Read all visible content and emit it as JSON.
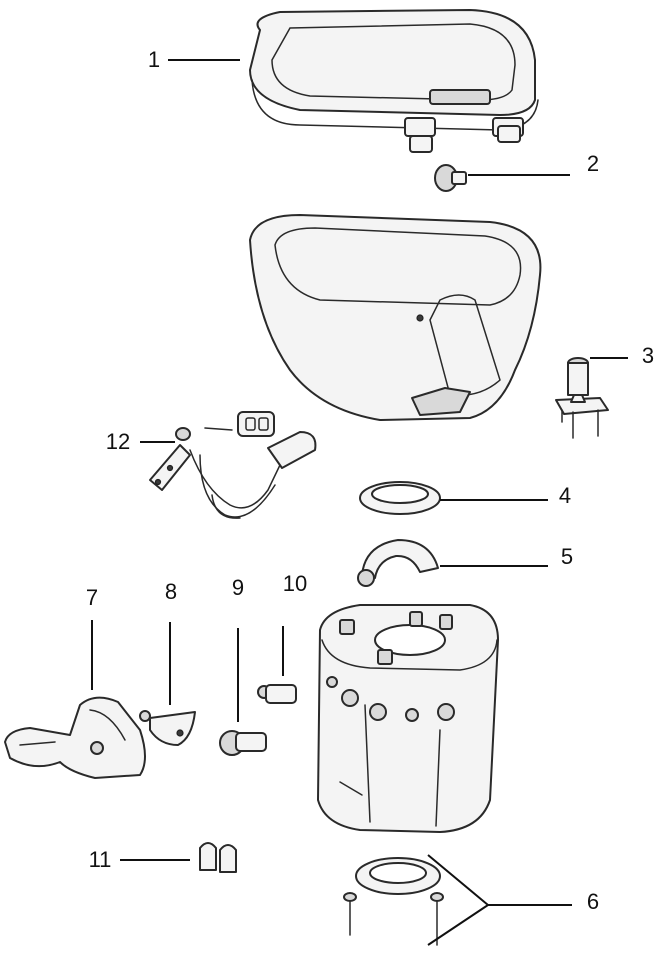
{
  "callouts": [
    {
      "number": "1",
      "part": "seat-and-cover"
    },
    {
      "number": "2",
      "part": "hinge-bolt"
    },
    {
      "number": "3",
      "part": "water-valve"
    },
    {
      "number": "4",
      "part": "bowl-seal"
    },
    {
      "number": "5",
      "part": "ball-blade"
    },
    {
      "number": "6",
      "part": "floor-seal-and-bolts"
    },
    {
      "number": "7",
      "part": "foot-pedal"
    },
    {
      "number": "8",
      "part": "pedal-bracket"
    },
    {
      "number": "9",
      "part": "pedal-pivot"
    },
    {
      "number": "10",
      "part": "pedal-pin"
    },
    {
      "number": "11",
      "part": "bolt-caps"
    },
    {
      "number": "12",
      "part": "hand-sprayer"
    }
  ],
  "colors": {
    "line": "#2a2a2a",
    "fill": "#f4f4f4",
    "background": "#ffffff"
  }
}
